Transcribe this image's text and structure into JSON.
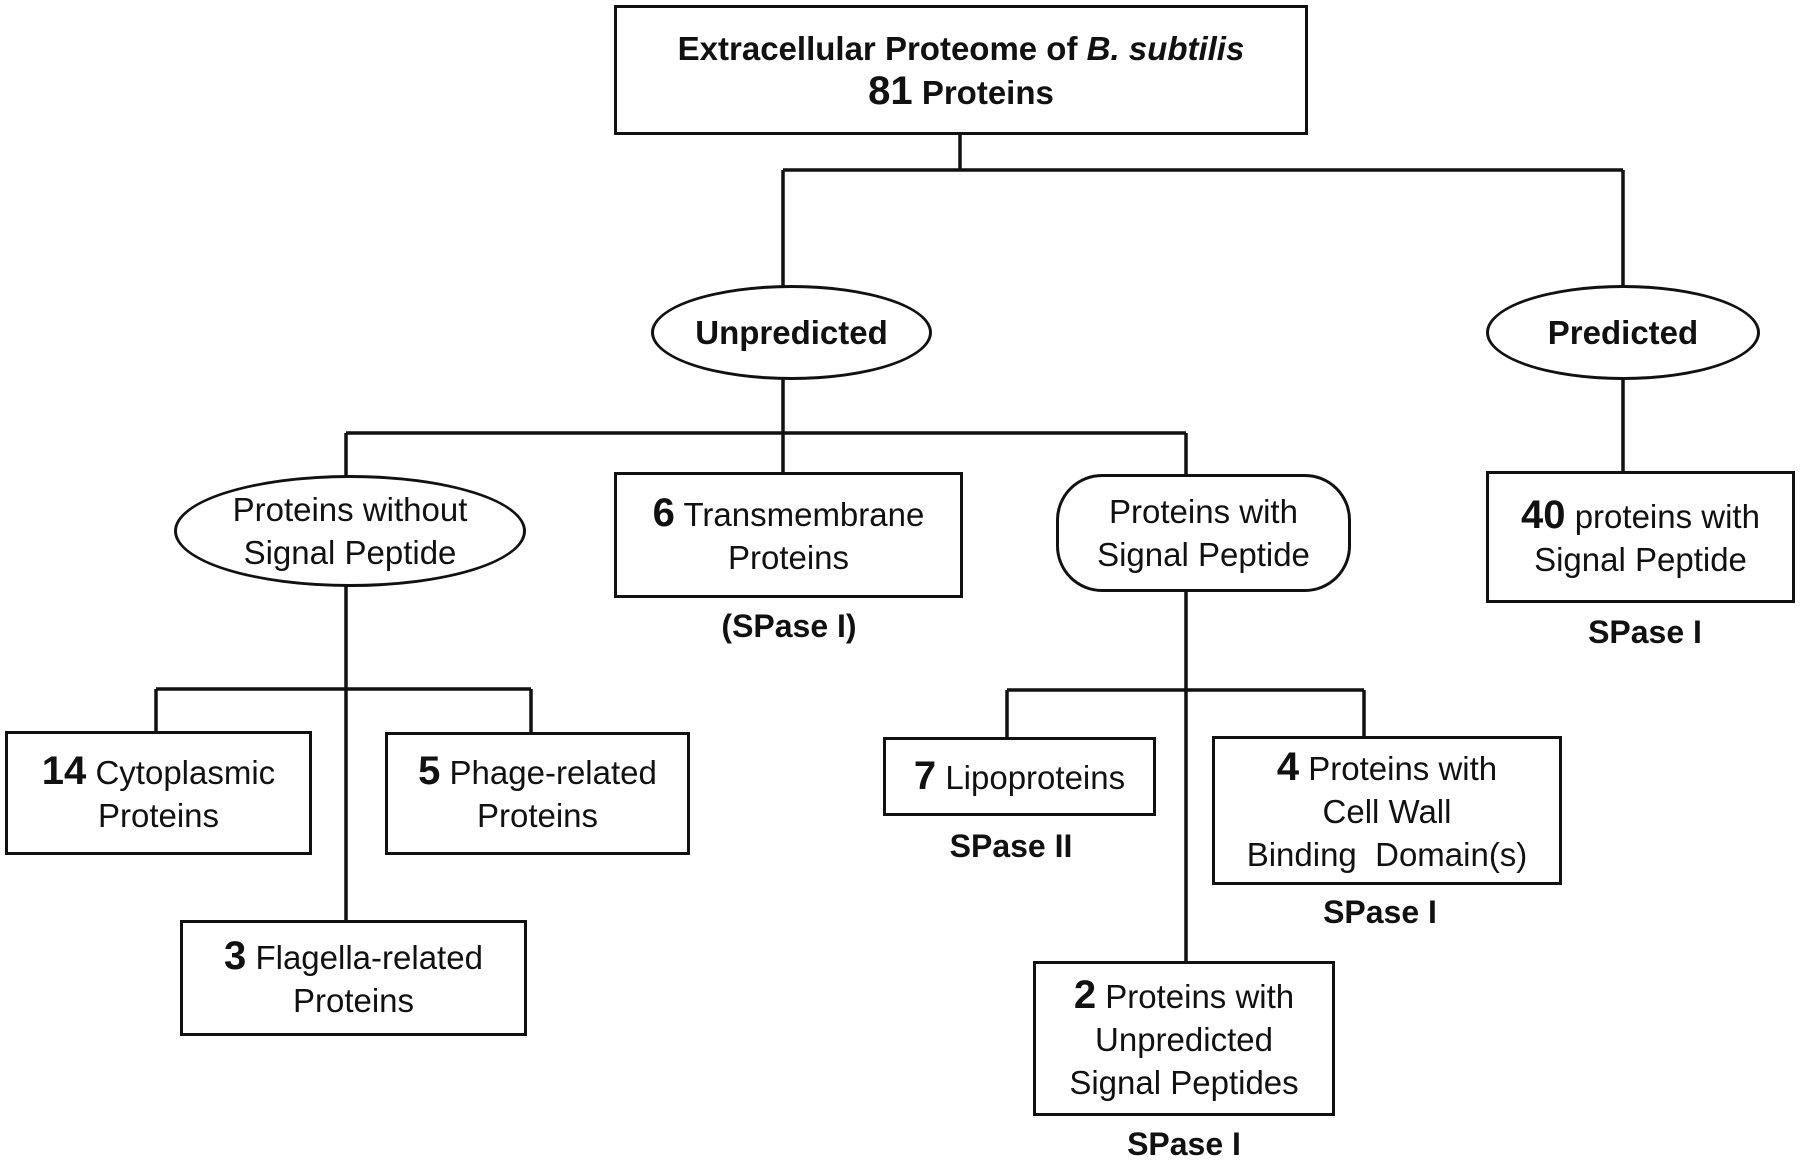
{
  "root": {
    "title_prefix": "Extracellular Proteome of",
    "title_species": "B. subtilis",
    "count": "81",
    "count_label": "Proteins"
  },
  "unpredicted": {
    "label": "Unpredicted"
  },
  "predicted": {
    "label": "Predicted"
  },
  "no_signal": {
    "line1": "Proteins without",
    "line2": "Signal Peptide"
  },
  "transmembrane": {
    "count": "6",
    "line1": "Transmembrane",
    "line2": "Proteins",
    "tag": "(SPase I)"
  },
  "with_signal": {
    "line1": "Proteins with",
    "line2": "Signal Peptide"
  },
  "predicted_sp": {
    "count": "40",
    "line1": "proteins with",
    "line2": "Signal Peptide",
    "tag": "SPase I"
  },
  "cytoplasmic": {
    "count": "14",
    "line1": "Cytoplasmic",
    "line2": "Proteins"
  },
  "phage": {
    "count": "5",
    "line1": "Phage-related",
    "line2": "Proteins"
  },
  "flagella": {
    "count": "3",
    "line1": "Flagella-related",
    "line2": "Proteins"
  },
  "lipo": {
    "count": "7",
    "line1": "Lipoproteins",
    "tag": "SPase II"
  },
  "cellwall": {
    "count": "4",
    "line1": "Proteins with",
    "line2": "Cell Wall",
    "line3": "Binding  Domain(s)",
    "tag": "SPase I"
  },
  "unpred_sp": {
    "count": "2",
    "line1": "Proteins with",
    "line2": "Unpredicted",
    "line3": "Signal Peptides",
    "tag": "SPase I"
  }
}
